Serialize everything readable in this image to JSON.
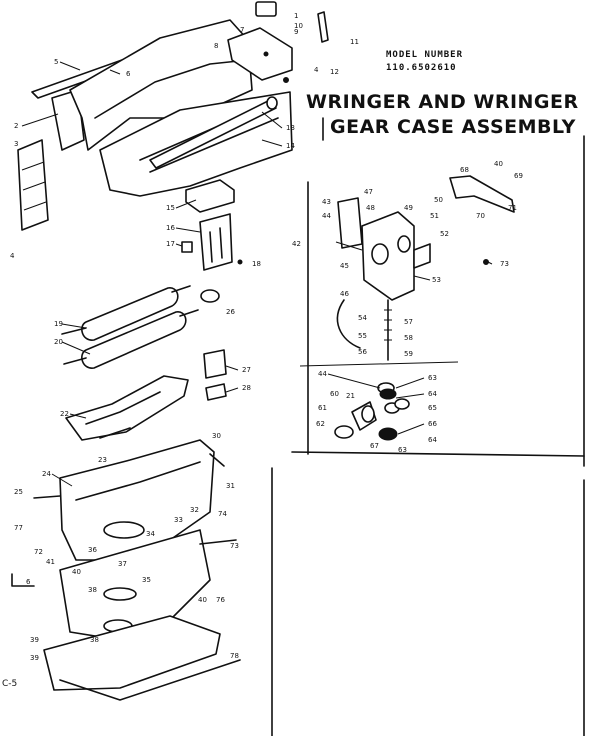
{
  "header": {
    "model_label": "MODEL NUMBER",
    "model_number": "110.6502610",
    "title_line1": "WRINGER AND WRINGER",
    "title_line2": "GEAR CASE ASSEMBLY"
  },
  "corner_code": "C-5",
  "callouts": [
    {
      "id": "n1",
      "text": "1"
    },
    {
      "id": "n2",
      "text": "2"
    },
    {
      "id": "n3",
      "text": "3"
    },
    {
      "id": "n4",
      "text": "4"
    },
    {
      "id": "n5",
      "text": "5"
    },
    {
      "id": "n6",
      "text": "6"
    },
    {
      "id": "n7",
      "text": "7"
    },
    {
      "id": "n8",
      "text": "8"
    },
    {
      "id": "n9",
      "text": "9"
    },
    {
      "id": "n10",
      "text": "10"
    },
    {
      "id": "n11",
      "text": "11"
    },
    {
      "id": "n12",
      "text": "12"
    },
    {
      "id": "n4b",
      "text": "4"
    },
    {
      "id": "n13",
      "text": "13"
    },
    {
      "id": "n14",
      "text": "14"
    },
    {
      "id": "n15",
      "text": "15"
    },
    {
      "id": "n16",
      "text": "16"
    },
    {
      "id": "n17",
      "text": "17"
    },
    {
      "id": "n18",
      "text": "18"
    },
    {
      "id": "n26",
      "text": "26"
    },
    {
      "id": "n19",
      "text": "19"
    },
    {
      "id": "n20",
      "text": "20"
    },
    {
      "id": "n27",
      "text": "27"
    },
    {
      "id": "n28",
      "text": "28"
    },
    {
      "id": "n22",
      "text": "22"
    },
    {
      "id": "n23",
      "text": "23"
    },
    {
      "id": "n30",
      "text": "30"
    },
    {
      "id": "n24",
      "text": "24"
    },
    {
      "id": "n31",
      "text": "31"
    },
    {
      "id": "n25",
      "text": "25"
    },
    {
      "id": "n32",
      "text": "32"
    },
    {
      "id": "n33",
      "text": "33"
    },
    {
      "id": "n74",
      "text": "74"
    },
    {
      "id": "n77",
      "text": "77"
    },
    {
      "id": "n34",
      "text": "34"
    },
    {
      "id": "n36",
      "text": "36"
    },
    {
      "id": "n73",
      "text": "73"
    },
    {
      "id": "n72",
      "text": "72"
    },
    {
      "id": "n41",
      "text": "41"
    },
    {
      "id": "n40",
      "text": "40"
    },
    {
      "id": "n37",
      "text": "37"
    },
    {
      "id": "n35",
      "text": "35"
    },
    {
      "id": "n6b",
      "text": "6"
    },
    {
      "id": "n38",
      "text": "38"
    },
    {
      "id": "n40b",
      "text": "40"
    },
    {
      "id": "n76",
      "text": "76"
    },
    {
      "id": "n39",
      "text": "39"
    },
    {
      "id": "n38b",
      "text": "38"
    },
    {
      "id": "n39b",
      "text": "39"
    },
    {
      "id": "n78",
      "text": "78"
    },
    {
      "id": "n68",
      "text": "68"
    },
    {
      "id": "n40c",
      "text": "40"
    },
    {
      "id": "n69",
      "text": "69"
    },
    {
      "id": "n70",
      "text": "70"
    },
    {
      "id": "n71",
      "text": "71"
    },
    {
      "id": "n47",
      "text": "47"
    },
    {
      "id": "n43",
      "text": "43"
    },
    {
      "id": "n44",
      "text": "44"
    },
    {
      "id": "n48",
      "text": "48"
    },
    {
      "id": "n49",
      "text": "49"
    },
    {
      "id": "n50",
      "text": "50"
    },
    {
      "id": "n51",
      "text": "51"
    },
    {
      "id": "n52",
      "text": "52"
    },
    {
      "id": "n42",
      "text": "42"
    },
    {
      "id": "n45",
      "text": "45"
    },
    {
      "id": "n53",
      "text": "53"
    },
    {
      "id": "n46",
      "text": "46"
    },
    {
      "id": "n54",
      "text": "54"
    },
    {
      "id": "n57",
      "text": "57"
    },
    {
      "id": "n55",
      "text": "55"
    },
    {
      "id": "n58",
      "text": "58"
    },
    {
      "id": "n56",
      "text": "56"
    },
    {
      "id": "n59",
      "text": "59"
    },
    {
      "id": "n44b",
      "text": "44"
    },
    {
      "id": "n63",
      "text": "63"
    },
    {
      "id": "n64",
      "text": "64"
    },
    {
      "id": "n21",
      "text": "21"
    },
    {
      "id": "n65",
      "text": "65"
    },
    {
      "id": "n61",
      "text": "61"
    },
    {
      "id": "n60",
      "text": "60"
    },
    {
      "id": "n62",
      "text": "62"
    },
    {
      "id": "n66",
      "text": "66"
    },
    {
      "id": "n67",
      "text": "67"
    },
    {
      "id": "n64b",
      "text": "64"
    },
    {
      "id": "n63b",
      "text": "63"
    },
    {
      "id": "n73b",
      "text": "73"
    }
  ]
}
